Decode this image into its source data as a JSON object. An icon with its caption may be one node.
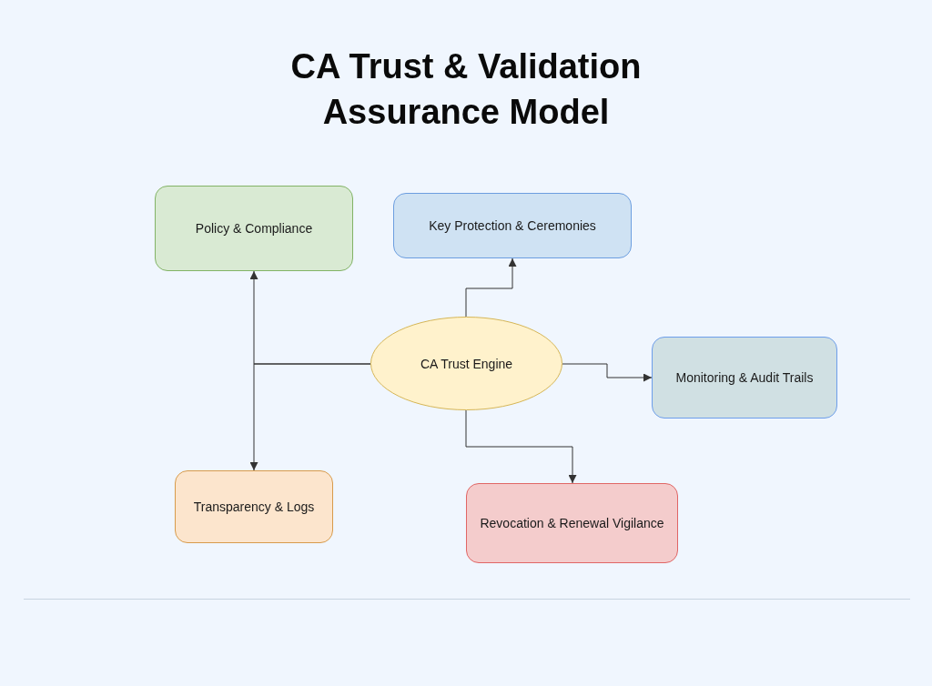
{
  "diagram": {
    "title": "CA Trust & Validation Assurance Model",
    "nodes": [
      {
        "text": [
          "Policy & Compliance"
        ]
      },
      {
        "text": [
          "Key Protection & Ceremonies"
        ]
      },
      {
        "text": [
          "CA Trust Engine"
        ]
      },
      {
        "text": [
          "Monitoring & Audit Trails"
        ]
      },
      {
        "text": [
          "Transparency & Logs"
        ]
      },
      {
        "text": [
          "Revocation & Renewal Vigilance"
        ]
      }
    ],
    "edges": [
      {
        "from": 2,
        "to": 0,
        "arrow": "to"
      },
      {
        "from": 2,
        "to": 4,
        "arrow": "to"
      },
      {
        "from": 2,
        "to": 1,
        "arrow": "to"
      },
      {
        "from": 2,
        "to": 3,
        "arrow": "to"
      },
      {
        "from": 2,
        "to": 5,
        "arrow": "to"
      }
    ]
  }
}
